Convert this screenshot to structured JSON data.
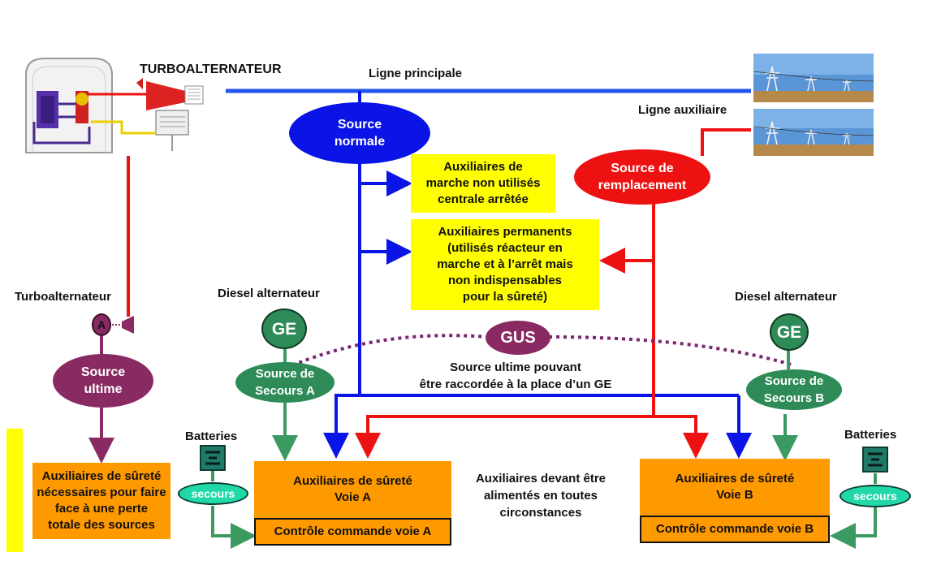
{
  "labels": {
    "turboalternateur_top": "TURBOALTERNATEUR",
    "ligne_principale": "Ligne principale",
    "ligne_auxiliaire": "Ligne auxiliaire",
    "turboalternateur": "Turboalternateur",
    "diesel_a": "Diesel alternateur",
    "diesel_b": "Diesel alternateur",
    "batteries_a": "Batteries",
    "batteries_b": "Batteries",
    "gus_note": "Source ultime pouvant\nêtre raccordée à la place d’un GE",
    "aux_center": "Auxiliaires devant être\nalimentés en toutes\ncirconstances"
  },
  "nodes": {
    "source_normale": "Source\nnormale",
    "source_remplacement": "Source de\nremplacement",
    "source_ultime": "Source\nultime",
    "alternator_a": "A",
    "ge_a": "GE",
    "ge_b": "GE",
    "gus": "GUS",
    "secours_a": "Source de\nSecours A",
    "secours_b": "Source de\nSecours B",
    "battery_secours_a": "secours",
    "battery_secours_b": "secours"
  },
  "boxes": {
    "aux_non_utilises": "Auxiliaires de\nmarche non utilisés\ncentrale arrêtée",
    "aux_permanents": "Auxiliaires permanents\n(utilisés réacteur en\nmarche et à l’arrêt  mais\nnon indispensables\npour la sûreté)",
    "aux_surete_ultime": "Auxiliaires de sûreté\nnécessaires pour faire\nface à une perte\ntotale des sources",
    "aux_surete_a": "Auxiliaires de sûreté\nVoie A",
    "aux_surete_b": "Auxiliaires de sûreté\nVoie B",
    "controle_a": "Contrôle commande voie A",
    "controle_b": "Contrôle commande voie B"
  },
  "colors": {
    "blue": "#0a14e6",
    "red": "#ee1111",
    "purple": "#8a2a63",
    "green": "#2e8b57",
    "teal": "#20d8a8",
    "yellow": "#ffff00",
    "orange": "#ff9900"
  }
}
